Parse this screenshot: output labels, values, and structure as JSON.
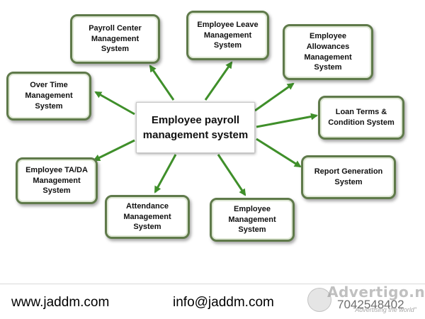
{
  "center": {
    "line1": "Employee payroll",
    "line2": "management system"
  },
  "nodes": {
    "payroll_center": [
      "Payroll Center",
      "Management",
      "System"
    ],
    "employee_leave": [
      "Employee Leave",
      "Management",
      "System"
    ],
    "employee_allowances": [
      "Employee",
      "Allowances",
      "Management",
      "System"
    ],
    "over_time": [
      "Over Time",
      "Management",
      "System"
    ],
    "loan_terms": [
      "Loan Terms &",
      "Condition System"
    ],
    "employee_ta_da": [
      "Employee TA/DA",
      "Management",
      "System"
    ],
    "report_generation": [
      "Report Generation",
      "System"
    ],
    "attendance": [
      "Attendance",
      "Management",
      "System"
    ],
    "employee_management": [
      "Employee",
      "Management",
      "System"
    ]
  },
  "footer": {
    "website": "www.jaddm.com",
    "email": "info@jaddm.com",
    "phone": "7042548402"
  },
  "watermark": {
    "brand": "Advertigo.net",
    "tagline": "\"Advertising the world\""
  },
  "colors": {
    "arrow": "#3f8f2a",
    "node_border": "#5f7a4a"
  }
}
